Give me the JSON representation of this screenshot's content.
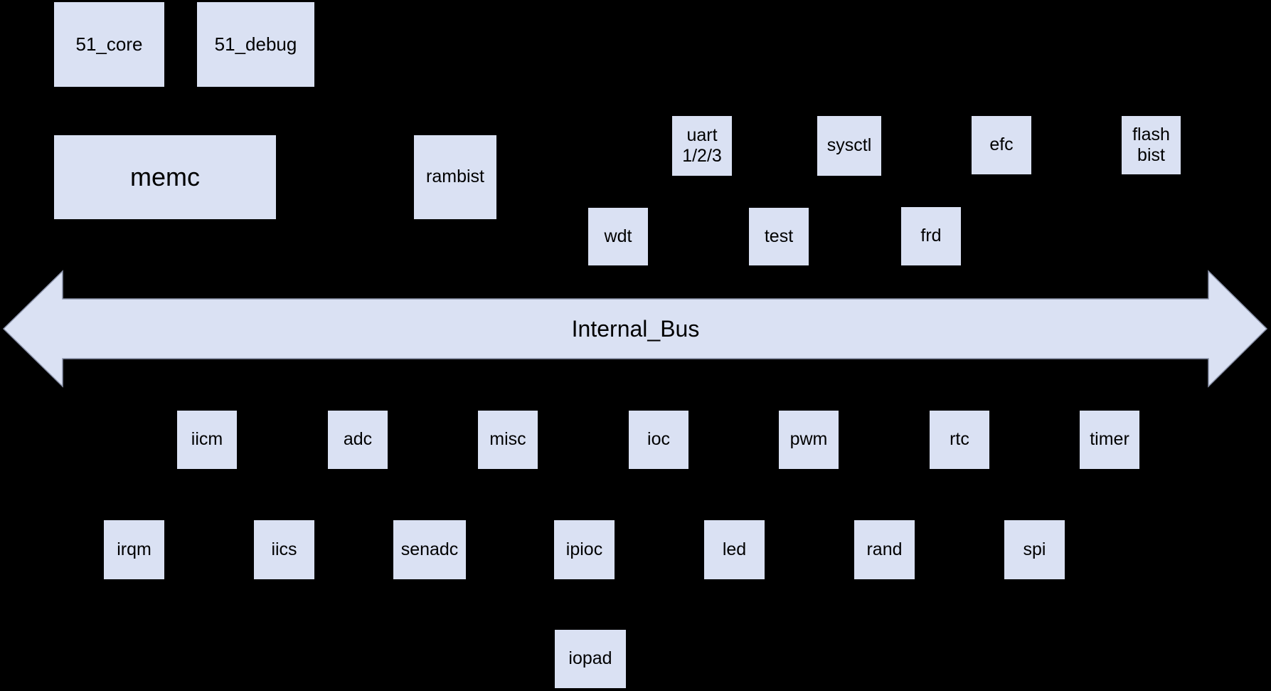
{
  "diagram": {
    "title": "soc-internal-bus-block-diagram",
    "colors": {
      "background": "#000000",
      "block_fill": "#dae1f3",
      "arrow_outline": "#8a92a9",
      "text": "#000000"
    },
    "bus": {
      "label": "Internal_Bus"
    },
    "blocks": {
      "core51": {
        "label": "51_core"
      },
      "debug51": {
        "label": "51_debug"
      },
      "memc": {
        "label": "memc"
      },
      "rambist": {
        "label": "rambist"
      },
      "uart123": {
        "label": "uart\n1/2/3"
      },
      "sysctl": {
        "label": "sysctl"
      },
      "efc": {
        "label": "efc"
      },
      "flashbist": {
        "label": "flash\nbist"
      },
      "wdt": {
        "label": "wdt"
      },
      "test": {
        "label": "test"
      },
      "frd": {
        "label": "frd"
      },
      "iicm": {
        "label": "iicm"
      },
      "adc": {
        "label": "adc"
      },
      "misc": {
        "label": "misc"
      },
      "ioc": {
        "label": "ioc"
      },
      "pwm": {
        "label": "pwm"
      },
      "rtc": {
        "label": "rtc"
      },
      "timer": {
        "label": "timer"
      },
      "irqm": {
        "label": "irqm"
      },
      "iics": {
        "label": "iics"
      },
      "senadc": {
        "label": "senadc"
      },
      "ipioc": {
        "label": "ipioc"
      },
      "led": {
        "label": "led"
      },
      "rand": {
        "label": "rand"
      },
      "spi": {
        "label": "spi"
      },
      "iopad": {
        "label": "iopad"
      }
    }
  }
}
